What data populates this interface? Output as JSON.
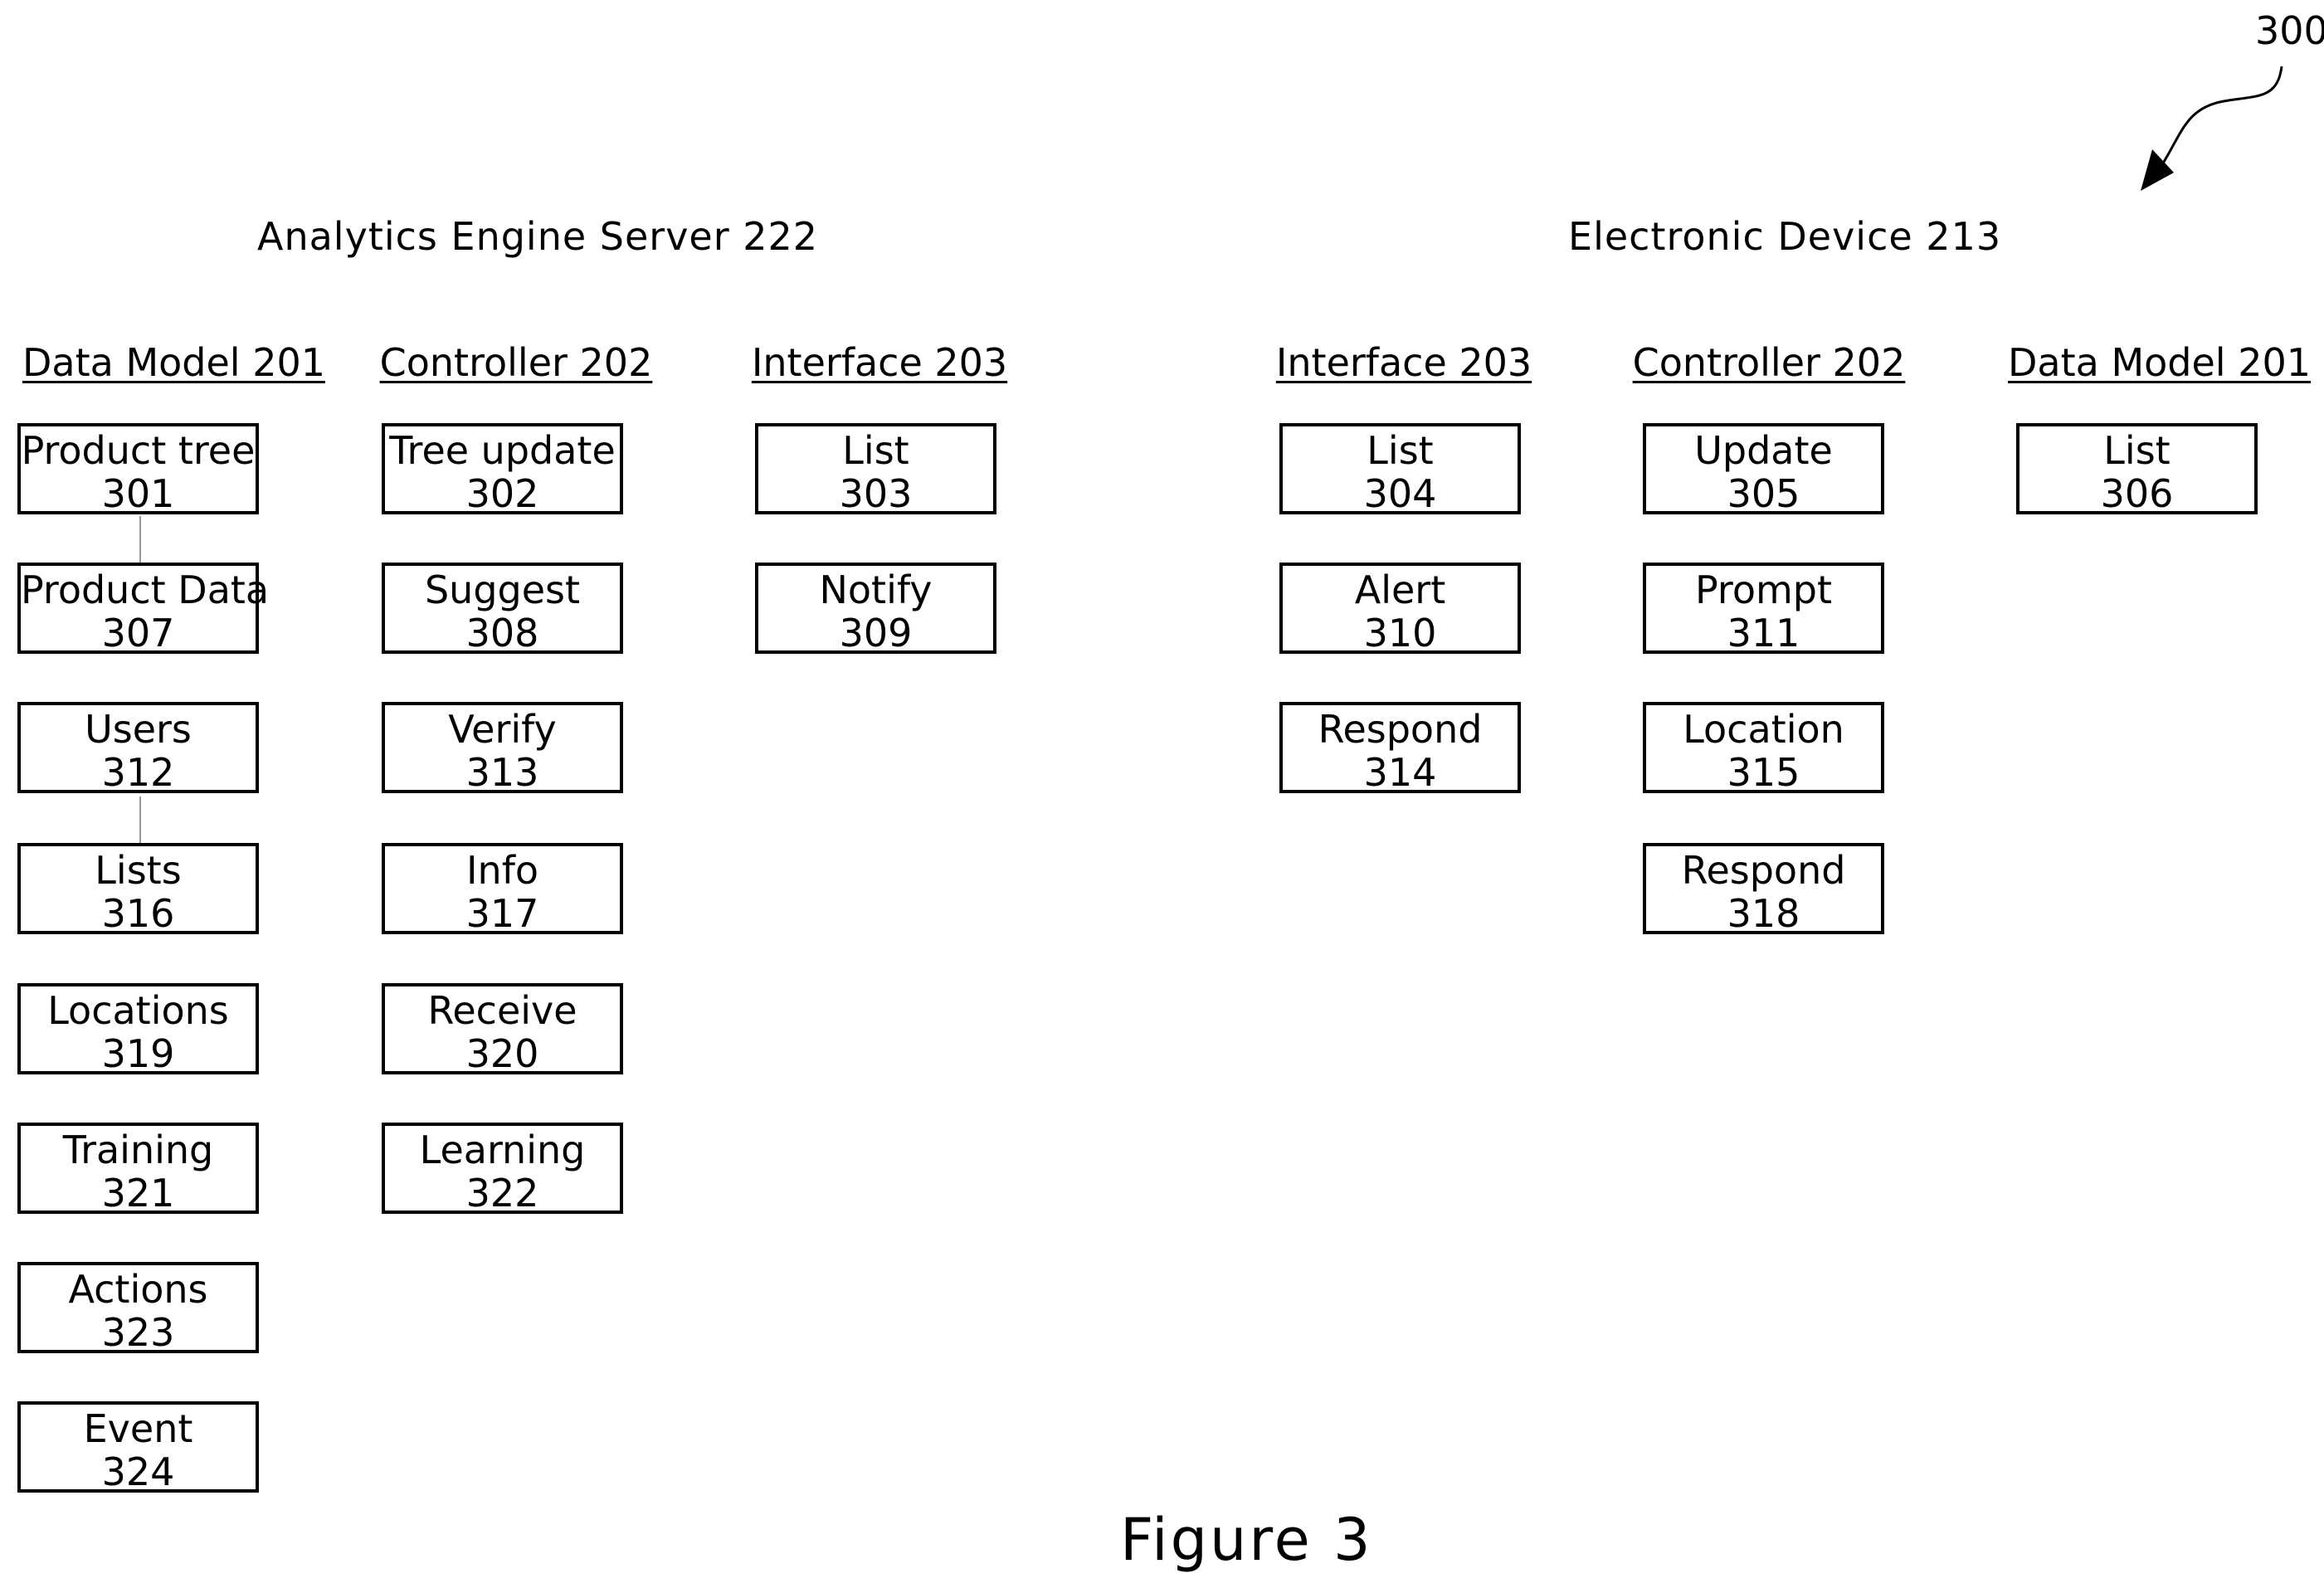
{
  "figure_ref": "300",
  "figure_caption": "Figure 3",
  "left_section": {
    "title": "Analytics Engine Server 222",
    "columns": [
      {
        "header": "Data Model 201",
        "boxes": [
          {
            "label": "Product tree",
            "num": "301"
          },
          {
            "label": "Product Data",
            "num": "307"
          },
          {
            "label": "Users",
            "num": "312"
          },
          {
            "label": "Lists",
            "num": "316"
          },
          {
            "label": "Locations",
            "num": "319"
          },
          {
            "label": "Training",
            "num": "321"
          },
          {
            "label": "Actions",
            "num": "323"
          },
          {
            "label": "Event",
            "num": "324"
          }
        ]
      },
      {
        "header": "Controller 202",
        "boxes": [
          {
            "label": "Tree update",
            "num": "302"
          },
          {
            "label": "Suggest",
            "num": "308"
          },
          {
            "label": "Verify",
            "num": "313"
          },
          {
            "label": "Info",
            "num": "317"
          },
          {
            "label": "Receive",
            "num": "320"
          },
          {
            "label": "Learning",
            "num": "322"
          }
        ]
      },
      {
        "header": "Interface 203",
        "boxes": [
          {
            "label": "List",
            "num": "303"
          },
          {
            "label": "Notify",
            "num": "309"
          }
        ]
      }
    ]
  },
  "right_section": {
    "title": "Electronic Device  213",
    "columns": [
      {
        "header": "Interface 203",
        "boxes": [
          {
            "label": "List",
            "num": "304"
          },
          {
            "label": "Alert",
            "num": "310"
          },
          {
            "label": "Respond",
            "num": "314"
          }
        ]
      },
      {
        "header": "Controller 202",
        "boxes": [
          {
            "label": "Update",
            "num": "305"
          },
          {
            "label": "Prompt",
            "num": "311"
          },
          {
            "label": "Location",
            "num": "315"
          },
          {
            "label": "Respond",
            "num": "318"
          }
        ]
      },
      {
        "header": "Data Model 201",
        "boxes": [
          {
            "label": "List",
            "num": "306"
          }
        ]
      }
    ]
  },
  "connections": [
    {
      "from": "301",
      "to": "307"
    },
    {
      "from": "312",
      "to": "316"
    }
  ]
}
